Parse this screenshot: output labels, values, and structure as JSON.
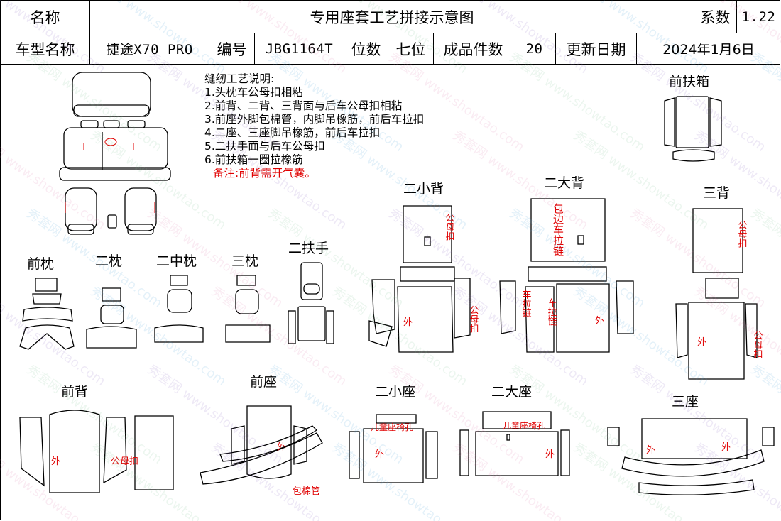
{
  "header": {
    "name_label": "名称",
    "title": "专用座套工艺拼接示意图",
    "coef_label": "系数",
    "coef_value": "1.22",
    "model_label": "车型名称",
    "model_value": "捷途X70 PRO",
    "code_label": "编号",
    "code_value": "JBG1164T",
    "seats_label": "位数",
    "seats_value": "七位",
    "pieces_label": "成品件数",
    "pieces_value": "20",
    "date_label": "更新日期",
    "date_value": "2024年1月6日"
  },
  "notes": {
    "heading": "缝纫工艺说明:",
    "items": [
      "1.头枕车公母扣相粘",
      "2.前背、二背、三背面与后车公母扣相粘",
      "3.前座外脚包棉管，内脚吊橡筋，前后车拉扣",
      "4.二座、三座脚吊橡筋，前后车拉扣",
      "5.二扶手面与后车公母扣",
      "6.前扶箱一圈拉橡筋"
    ],
    "remark": "备注:前背需开气囊。"
  },
  "parts": {
    "front_box": "前扶箱",
    "front_pillow": "前枕",
    "second_pillow": "二枕",
    "second_mid_pillow": "二中枕",
    "third_pillow": "三枕",
    "second_armrest": "二扶手",
    "second_small_back": "二小背",
    "second_big_back": "二大背",
    "third_back": "三背",
    "front_back": "前背",
    "front_seat": "前座",
    "second_small_seat": "二小座",
    "second_big_seat": "二大座",
    "third_seat": "三座"
  },
  "annotations": {
    "outside": "外",
    "snap": "公母扣",
    "snap_v": "公母扣",
    "edge_zip": "包边车拉链",
    "car_zip": "车拉链",
    "child_hole": "儿童座椅孔",
    "cotton_tube": "包棉管"
  },
  "watermark": {
    "brand": "秀套网",
    "site": "www.showtao.com"
  },
  "colors": {
    "accent_red": "#e00000",
    "line": "#000000"
  }
}
